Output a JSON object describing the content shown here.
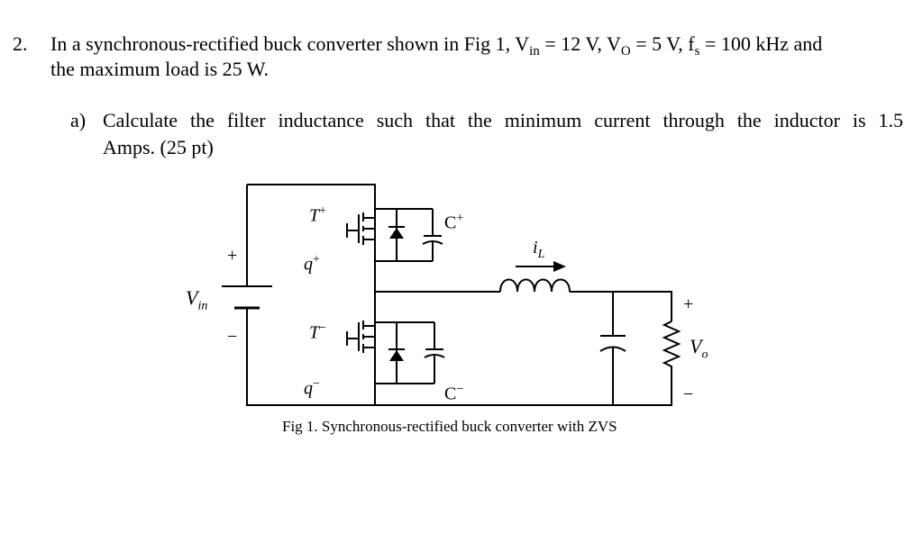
{
  "question": {
    "number": "2.",
    "line1_pre": "In a synchronous-rectified buck converter shown in Fig 1, V",
    "vin_sub": "in",
    "line1_mid1": " = 12 V, V",
    "vo_sub": "O",
    "line1_mid2": " = 5 V, f",
    "fs_sub": "s",
    "line1_post": " = 100 kHz and",
    "line2": "the maximum load is 25 W."
  },
  "part_a": {
    "label": "a)",
    "line1": "Calculate the filter inductance such that the minimum current through the inductor is 1.5",
    "line2": "Amps. (25 pt)"
  },
  "figure": {
    "caption": "Fig 1. Synchronous-rectified buck converter with ZVS",
    "labels": {
      "t_plus": "T+",
      "q_plus": "q+",
      "c_plus": "C+",
      "t_minus": "T−",
      "q_minus": "q−",
      "c_minus": "C−",
      "il": "iL",
      "vin": "Vin",
      "vo": "Vo",
      "src_plus": "+",
      "src_minus": "−",
      "out_plus": "+",
      "out_minus": "−"
    }
  }
}
